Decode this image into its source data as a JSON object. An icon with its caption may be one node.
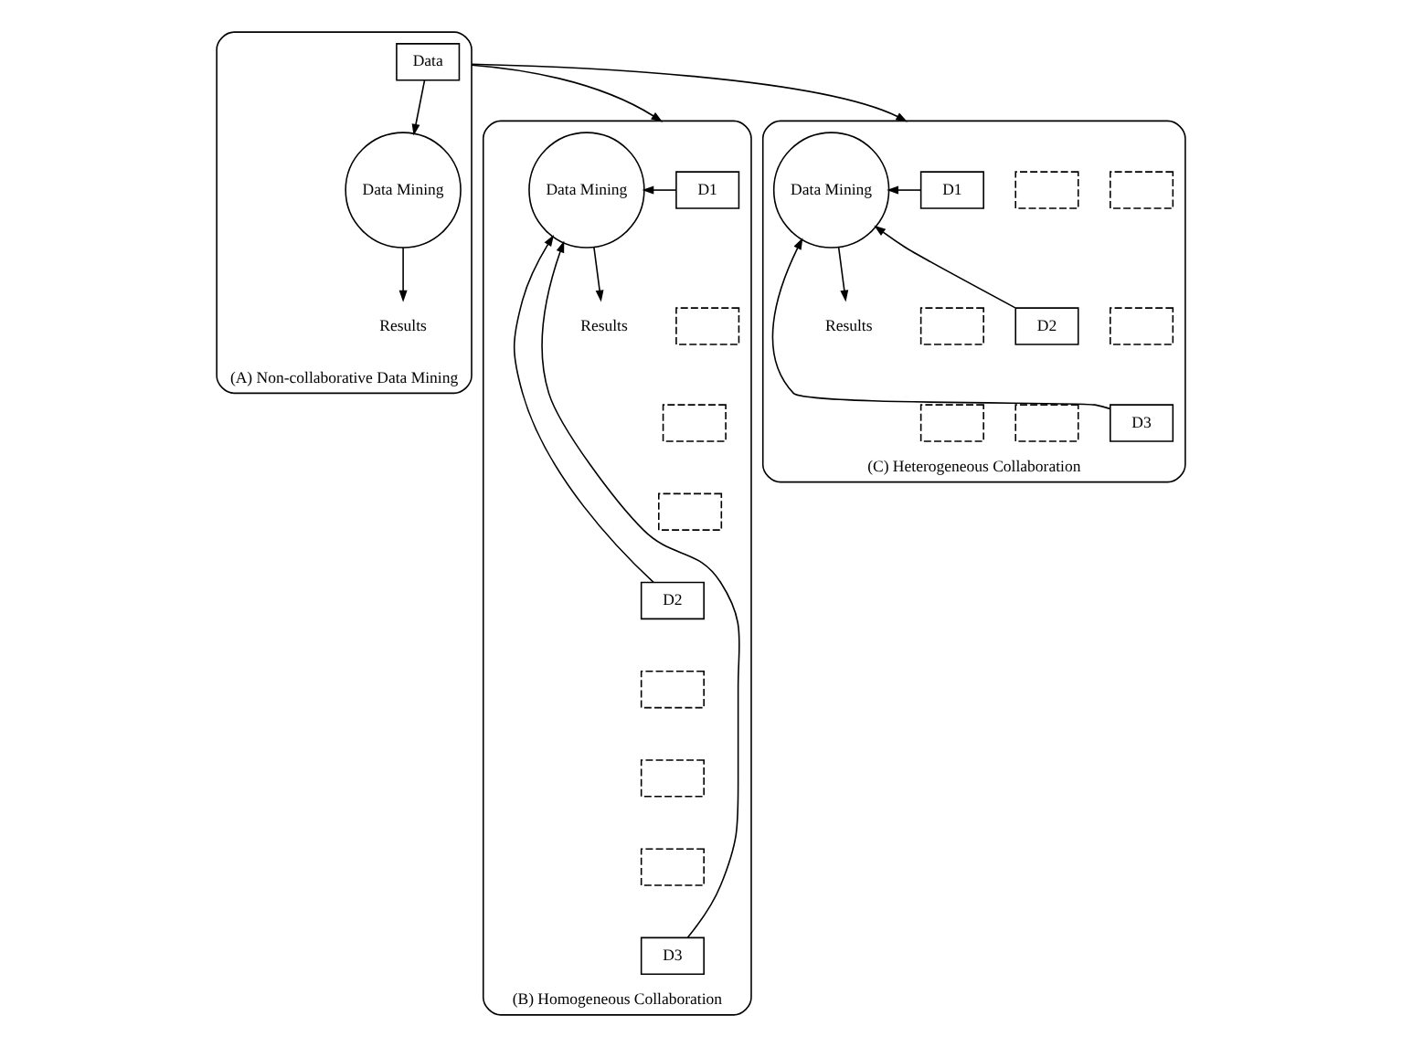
{
  "diagram": {
    "nodes": [
      {
        "text": [
          "(A) Non-collaborative Data Mining"
        ]
      },
      {
        "text": [
          "Data"
        ],
        "in": 0
      },
      {
        "text": [
          "Data Mining"
        ],
        "in": 0
      },
      {
        "text": [
          "Results"
        ],
        "in": 0
      },
      {
        "text": [
          "(B) Homogeneous Collaboration"
        ]
      },
      {
        "text": [
          "D1"
        ],
        "in": 4
      },
      {
        "text": [],
        "shape": "box",
        "in": 4
      },
      {
        "text": [],
        "shape": "box",
        "in": 4
      },
      {
        "text": [],
        "shape": "box",
        "in": 4
      },
      {
        "text": [
          "D2"
        ],
        "in": 4
      },
      {
        "text": [],
        "shape": "box",
        "in": 4
      },
      {
        "text": [],
        "shape": "box",
        "in": 4
      },
      {
        "text": [],
        "shape": "box",
        "in": 4
      },
      {
        "text": [
          "D3"
        ],
        "in": 4
      },
      {
        "text": [
          "Data Mining"
        ],
        "in": 4
      },
      {
        "text": [
          "Results"
        ],
        "in": 4
      },
      {
        "text": [
          "(C) Heterogeneous Collaboration"
        ]
      },
      {
        "text": [
          "D1"
        ],
        "in": 16
      },
      {
        "text": [],
        "shape": "box",
        "in": 16
      },
      {
        "text": [],
        "shape": "box",
        "in": 16
      },
      {
        "text": [],
        "shape": "box",
        "in": 16
      },
      {
        "text": [
          "D2"
        ],
        "in": 16
      },
      {
        "text": [],
        "shape": "box",
        "in": 16
      },
      {
        "text": [],
        "shape": "box",
        "in": 16
      },
      {
        "text": [],
        "shape": "box",
        "in": 16
      },
      {
        "text": [
          "D3"
        ],
        "in": 16
      },
      {
        "text": [
          "Data Mining"
        ],
        "in": 16
      },
      {
        "text": [
          "Results"
        ],
        "in": 16
      }
    ],
    "edges": [
      {
        "from": 1,
        "to": 2,
        "arrow": "to"
      },
      {
        "from": 2,
        "to": 3,
        "arrow": "to"
      },
      {
        "from": 0,
        "to": 4,
        "arrow": "to"
      },
      {
        "from": 0,
        "to": 16,
        "arrow": "to"
      },
      {
        "from": 5,
        "to": 14,
        "arrow": "to"
      },
      {
        "from": 9,
        "to": 14,
        "arrow": "to"
      },
      {
        "from": 13,
        "to": 14,
        "arrow": "to"
      },
      {
        "from": 14,
        "to": 15,
        "arrow": "to"
      },
      {
        "from": 17,
        "to": 26,
        "arrow": "to"
      },
      {
        "from": 21,
        "to": 26,
        "arrow": "to"
      },
      {
        "from": 25,
        "to": 26,
        "arrow": "to"
      },
      {
        "from": 26,
        "to": 27,
        "arrow": "to"
      }
    ]
  }
}
